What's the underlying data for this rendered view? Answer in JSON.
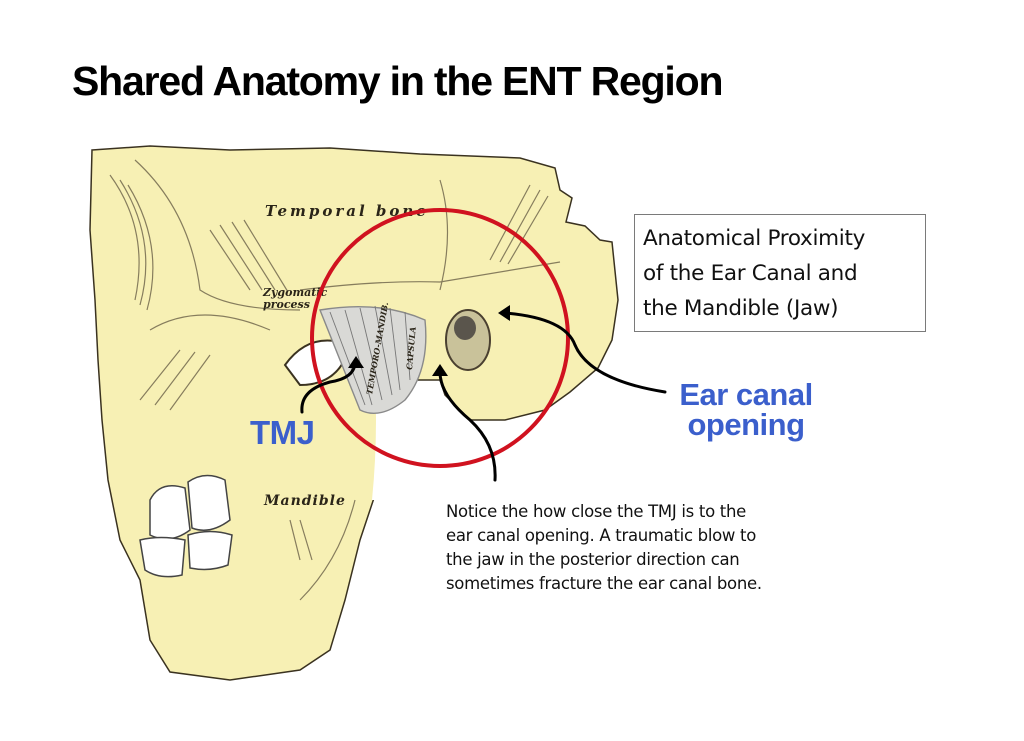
{
  "title": "Shared Anatomy in the ENT Region",
  "caption_box": {
    "lines": [
      "Anatomical Proximity",
      "of the Ear Canal and",
      "the Mandible (Jaw)"
    ]
  },
  "labels": {
    "ear_canal": [
      "Ear canal",
      "opening"
    ],
    "tmj": "TMJ"
  },
  "note": {
    "lines": [
      "Notice the how close the TMJ is to the",
      "ear canal opening. A traumatic blow to",
      "the jaw in the posterior direction can",
      "sometimes fracture the ear canal bone."
    ]
  },
  "plate_labels": {
    "temporal_bone": "Temporal bone",
    "zygomatic_process_1": "Zygomatic",
    "zygomatic_process_2": "process",
    "mandible": "Mandible",
    "ligament": "TEMPORO-MANDIB.",
    "capsule": "CAPSULA"
  },
  "colors": {
    "bone": "#f7f0b4",
    "highlight_circle": "#d0121f",
    "label_blue": "#3b5fcc",
    "arrow": "#000000"
  }
}
